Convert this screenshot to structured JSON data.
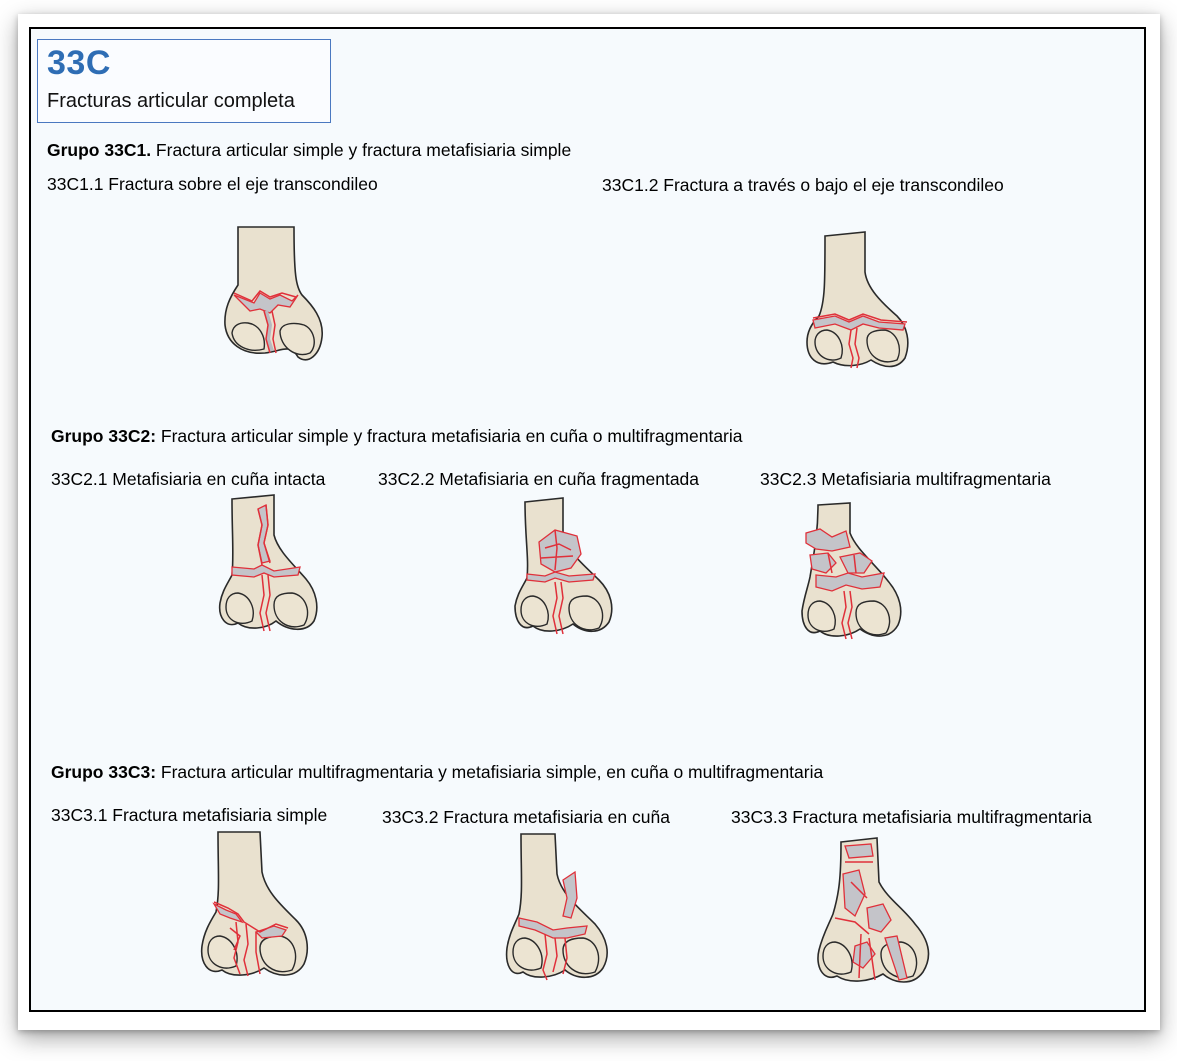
{
  "header": {
    "code": "33C",
    "subtitle": "Fracturas articular completa"
  },
  "groups": [
    {
      "title_bold": "Grupo 33C1.",
      "title_rest": " Fractura articular simple y fractura metafisiaria simple",
      "items": [
        "33C1.1 Fractura sobre el eje transcondileo",
        "33C1.2 Fractura a través o bajo el eje transcondileo"
      ]
    },
    {
      "title_bold": "Grupo 33C2:",
      "title_rest": " Fractura articular simple y fractura metafisiaria en cuña o multifragmentaria",
      "items": [
        "33C2.1 Metafisiaria en cuña intacta",
        "33C2.2 Metafisiaria en cuña fragmentada",
        "33C2.3 Metafisiaria multifragmentaria"
      ]
    },
    {
      "title_bold": "Grupo 33C3:",
      "title_rest": " Fractura articular multifragmentaria y metafisiaria simple, en cuña o multifragmentaria",
      "items": [
        "33C3.1 Fractura metafisiaria simple",
        "33C3.2 Fractura metafisiaria en cuña",
        "33C3.3 Fractura metafisiaria multifragmentaria"
      ]
    }
  ],
  "colors": {
    "code_blue": "#2e6db4",
    "bone_fill": "#e9e1cf",
    "fracture_line": "#e0303a",
    "fracture_gap": "#c4c4c9"
  }
}
